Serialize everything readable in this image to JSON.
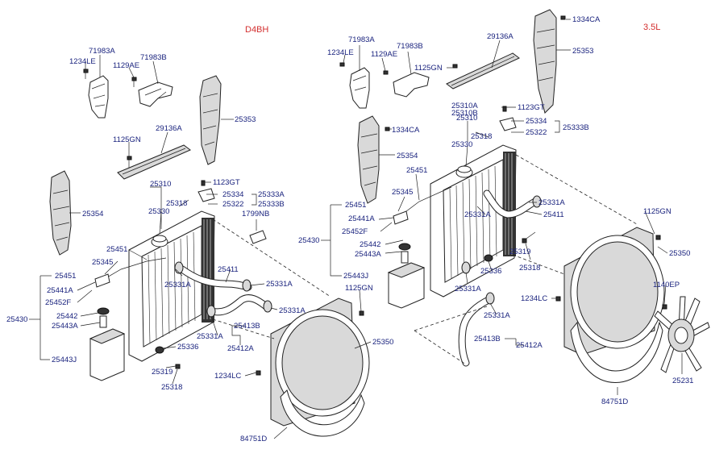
{
  "engines": {
    "left": "D4BH",
    "right": "3.5L"
  },
  "labels": {
    "l_71983A": "71983A",
    "l_1234LE": "1234LE",
    "l_1129AE": "1129AE",
    "l_71983B": "71983B",
    "l_25353": "25353",
    "l_1125GN": "1125GN",
    "l_29136A": "29136A",
    "l_25354": "25354",
    "l_25310": "25310",
    "l_1123GT": "1123GT",
    "l_25318a": "25318",
    "l_25334": "25334",
    "l_25333A": "25333A",
    "l_25322": "25322",
    "l_25333B": "25333B",
    "l_25330": "25330",
    "l_1799NB": "1799NB",
    "l_25451a": "25451",
    "l_25345": "25345",
    "l_25451b": "25451",
    "l_25441A": "25441A",
    "l_25452F": "25452F",
    "l_25430": "25430",
    "l_25442": "25442",
    "l_25443A": "25443A",
    "l_25443J": "25443J",
    "l_25331Aa": "25331A",
    "l_25411": "25411",
    "l_25331Ab": "25331A",
    "l_25331Ac": "25331A",
    "l_25413B": "25413B",
    "l_25331Ad": "25331A",
    "l_25412A": "25412A",
    "l_25336": "25336",
    "l_25319": "25319",
    "l_25318b": "25318",
    "l_1125GNb": "1125GN",
    "l_25350": "25350",
    "l_1234LC": "1234LC",
    "l_84751D": "84751D",
    "r_71983A": "71983A",
    "r_1234LE": "1234LE",
    "r_1129AE": "1129AE",
    "r_71983B": "71983B",
    "r_1125GN": "1125GN",
    "r_29136A": "29136A",
    "r_1334CAa": "1334CA",
    "r_25353": "25353",
    "r_25310A": "25310A",
    "r_25310B": "25310B",
    "r_1123GT": "1123GT",
    "r_25310": "25310",
    "r_25334": "25334",
    "r_25333B": "25333B",
    "r_25322": "25322",
    "r_25318a": "25318",
    "r_25330": "25330",
    "r_1334CAb": "1334CA",
    "r_25354": "25354",
    "r_25451a": "25451",
    "r_25345": "25345",
    "r_25451b": "25451",
    "r_25441A": "25441A",
    "r_25452F": "25452F",
    "r_25430": "25430",
    "r_25442": "25442",
    "r_25443A": "25443A",
    "r_25443J": "25443J",
    "r_25331Aa": "25331A",
    "r_25331Ab": "25331A",
    "r_25411": "25411",
    "r_1125GNb": "1125GN",
    "r_25319": "25319",
    "r_25318b": "25318",
    "r_25336": "25336",
    "r_25331Ac": "25331A",
    "r_25331Ad": "25331A",
    "r_25413B": "25413B",
    "r_25412A": "25412A",
    "r_25350": "25350",
    "r_1234LC": "1234LC",
    "r_1140EP": "1140EP",
    "r_84751D": "84751D",
    "r_25231": "25231"
  }
}
